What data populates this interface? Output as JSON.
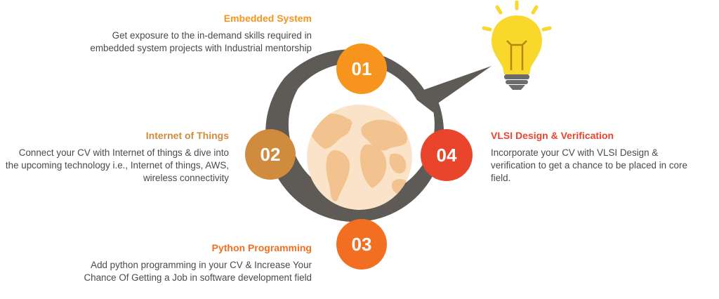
{
  "steps": [
    {
      "number": "01",
      "title": "Embedded System",
      "description": "Get exposure to the in-demand skills required in embedded system projects with Industrial mentorship",
      "color": "#F7941D"
    },
    {
      "number": "02",
      "title": "Internet of Things",
      "description": "Connect your CV with Internet of things & dive into the upcoming technology i.e., Internet of things, AWS, wireless connectivity",
      "color": "#D08B3E"
    },
    {
      "number": "03",
      "title": "Python Programming",
      "description": "Add python programming in your CV & Increase Your Chance Of Getting a Job in software development field",
      "color": "#F26F21"
    },
    {
      "number": "04",
      "title": "VLSI Design & Verification",
      "description": "Incorporate your CV with VLSI Design & verification to get a chance to be placed in core field.",
      "color": "#E8452C"
    }
  ],
  "colors": {
    "ring": "#5E5A55",
    "globe": "#FBE3C9",
    "land": "#F2C28F",
    "bulb": "#F7D82B",
    "bulb_base": "#6B6B6B",
    "text": "#4a4a4a"
  },
  "icons": [
    "globe-icon",
    "lightbulb-icon"
  ]
}
